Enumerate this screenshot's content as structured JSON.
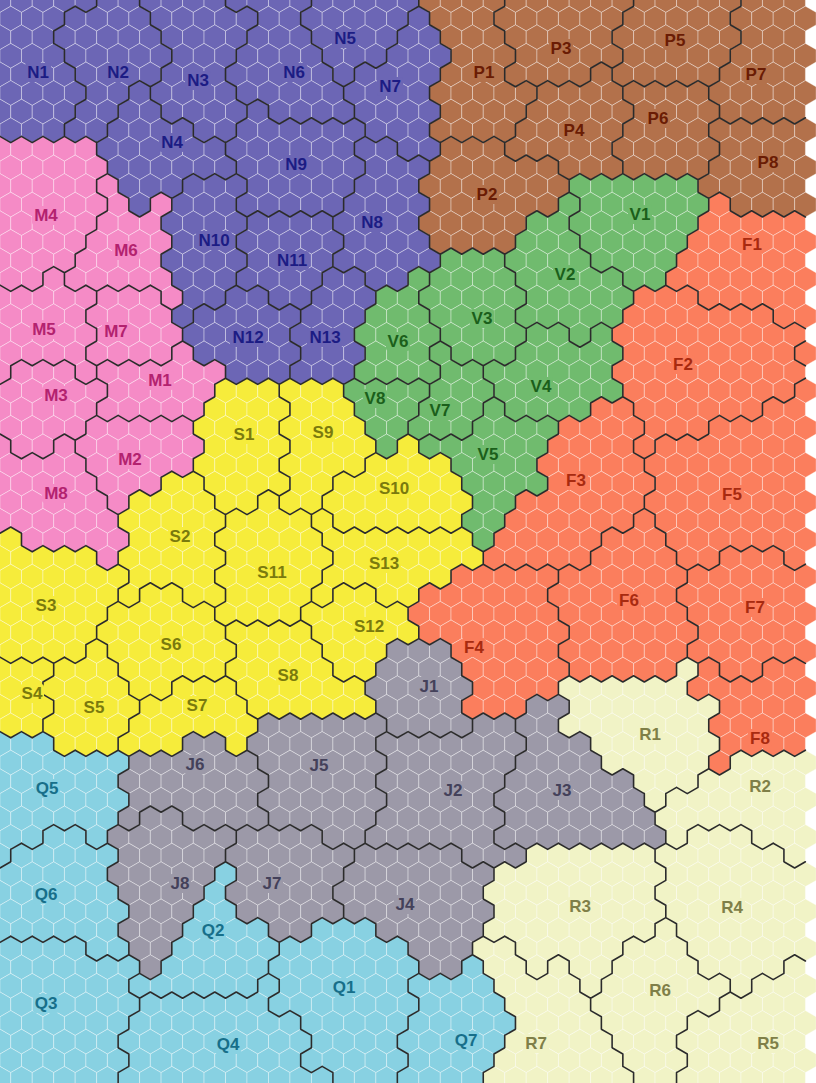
{
  "diagram": {
    "nodes": [
      {
        "text": [
          "N1"
        ]
      },
      {
        "text": [
          "N2"
        ]
      },
      {
        "text": [
          "N3"
        ]
      },
      {
        "text": [
          "N4"
        ]
      },
      {
        "text": [
          "N5"
        ]
      },
      {
        "text": [
          "N6"
        ]
      },
      {
        "text": [
          "N7"
        ]
      },
      {
        "text": [
          "N8"
        ]
      },
      {
        "text": [
          "N9"
        ]
      },
      {
        "text": [
          "N10"
        ]
      },
      {
        "text": [
          "N11"
        ]
      },
      {
        "text": [
          "N12"
        ]
      },
      {
        "text": [
          "N13"
        ]
      },
      {
        "text": [
          "P1"
        ]
      },
      {
        "text": [
          "P2"
        ]
      },
      {
        "text": [
          "P3"
        ]
      },
      {
        "text": [
          "P4"
        ]
      },
      {
        "text": [
          "P5"
        ]
      },
      {
        "text": [
          "P6"
        ]
      },
      {
        "text": [
          "P7"
        ]
      },
      {
        "text": [
          "P8"
        ]
      },
      {
        "text": [
          "V1"
        ]
      },
      {
        "text": [
          "V2"
        ]
      },
      {
        "text": [
          "V3"
        ]
      },
      {
        "text": [
          "V4"
        ]
      },
      {
        "text": [
          "V5"
        ]
      },
      {
        "text": [
          "V6"
        ]
      },
      {
        "text": [
          "V7"
        ]
      },
      {
        "text": [
          "V8"
        ]
      },
      {
        "text": [
          "F1"
        ]
      },
      {
        "text": [
          "F2"
        ]
      },
      {
        "text": [
          "F3"
        ]
      },
      {
        "text": [
          "F4"
        ]
      },
      {
        "text": [
          "F5"
        ]
      },
      {
        "text": [
          "F6"
        ]
      },
      {
        "text": [
          "F7"
        ]
      },
      {
        "text": [
          "F8"
        ]
      },
      {
        "text": [
          "M1"
        ]
      },
      {
        "text": [
          "M2"
        ]
      },
      {
        "text": [
          "M3"
        ]
      },
      {
        "text": [
          "M4"
        ]
      },
      {
        "text": [
          "M5"
        ]
      },
      {
        "text": [
          "M6"
        ]
      },
      {
        "text": [
          "M7"
        ]
      },
      {
        "text": [
          "M8"
        ]
      },
      {
        "text": [
          "S1"
        ]
      },
      {
        "text": [
          "S2"
        ]
      },
      {
        "text": [
          "S3"
        ]
      },
      {
        "text": [
          "S4"
        ]
      },
      {
        "text": [
          "S5"
        ]
      },
      {
        "text": [
          "S6"
        ]
      },
      {
        "text": [
          "S7"
        ]
      },
      {
        "text": [
          "S8"
        ]
      },
      {
        "text": [
          "S9"
        ]
      },
      {
        "text": [
          "S10"
        ]
      },
      {
        "text": [
          "S11"
        ]
      },
      {
        "text": [
          "S12"
        ]
      },
      {
        "text": [
          "S13"
        ]
      },
      {
        "text": [
          "J1"
        ]
      },
      {
        "text": [
          "J2"
        ]
      },
      {
        "text": [
          "J3"
        ]
      },
      {
        "text": [
          "J4"
        ]
      },
      {
        "text": [
          "J5"
        ]
      },
      {
        "text": [
          "J6"
        ]
      },
      {
        "text": [
          "J7"
        ]
      },
      {
        "text": [
          "J8"
        ]
      },
      {
        "text": [
          "Q1"
        ]
      },
      {
        "text": [
          "Q2"
        ]
      },
      {
        "text": [
          "Q3"
        ]
      },
      {
        "text": [
          "Q4"
        ]
      },
      {
        "text": [
          "Q5"
        ]
      },
      {
        "text": [
          "Q6"
        ]
      },
      {
        "text": [
          "Q7"
        ]
      },
      {
        "text": [
          "R1"
        ]
      },
      {
        "text": [
          "R2"
        ]
      },
      {
        "text": [
          "R3"
        ]
      },
      {
        "text": [
          "R4"
        ]
      },
      {
        "text": [
          "R5"
        ]
      },
      {
        "text": [
          "R6"
        ]
      },
      {
        "text": [
          "R7"
        ]
      }
    ]
  }
}
